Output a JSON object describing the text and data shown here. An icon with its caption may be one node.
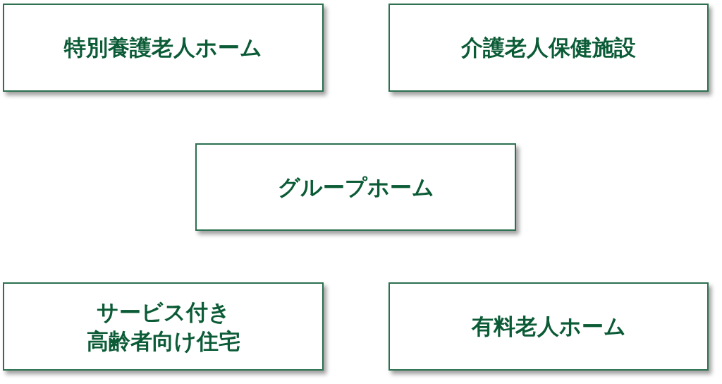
{
  "diagram": {
    "nodes": [
      {
        "text": [
          "特別養護老人ホーム"
        ]
      },
      {
        "text": [
          "介護老人保健施設"
        ]
      },
      {
        "text": [
          "グループホーム"
        ]
      },
      {
        "text": [
          "サービス付き高齢者向け住宅"
        ]
      },
      {
        "text": [
          "有料老人ホーム"
        ]
      }
    ]
  }
}
